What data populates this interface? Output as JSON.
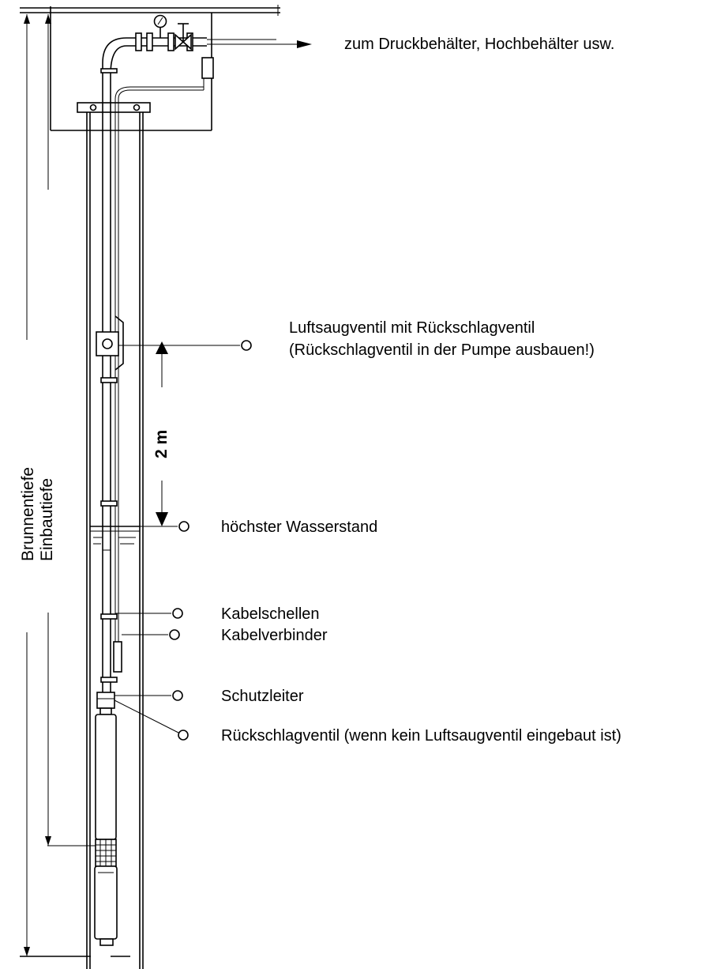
{
  "labels": {
    "outlet": "zum Druckbehälter, Hochbehälter usw.",
    "air_valve_line1": "Luftsaugventil mit Rückschlagventil",
    "air_valve_line2": "(Rückschlagventil in der Pumpe ausbauen!)",
    "water_level": "höchster Wasserstand",
    "cable_clamps": "Kabelschellen",
    "cable_connector": "Kabelverbinder",
    "protective_conductor": "Schutzleiter",
    "check_valve": "Rückschlagventil (wenn kein Luftsaugventil eingebaut ist)"
  },
  "dimensions": {
    "distance": "2 m",
    "well_depth": "Brunnentiefe",
    "installation_depth": "Einbautiefe"
  }
}
